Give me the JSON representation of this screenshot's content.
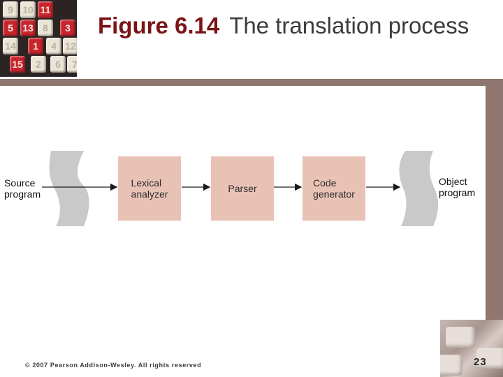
{
  "title": {
    "figure": "Figure 6.14",
    "text": "The translation process"
  },
  "logo": {
    "tiles": [
      "9",
      "10",
      "11",
      "5",
      "13",
      "8",
      "3",
      "14",
      "1",
      "4",
      "12",
      "15",
      "2",
      "6",
      "7"
    ]
  },
  "diagram": {
    "source_label": "Source\nprogram",
    "stages": [
      {
        "label": "Lexical\nanalyzer"
      },
      {
        "label": "Parser"
      },
      {
        "label": "Code\ngenerator"
      }
    ],
    "object_label": "Object\nprogram"
  },
  "footer": {
    "copyright": "© 2007 Pearson Addison-Wesley. All rights reserved",
    "page_number": "23"
  },
  "colors": {
    "title_accent": "#7b1416",
    "stage_fill": "#e9c2b6",
    "document_fill": "#c9c9c9",
    "border_band": "#8f766e"
  }
}
